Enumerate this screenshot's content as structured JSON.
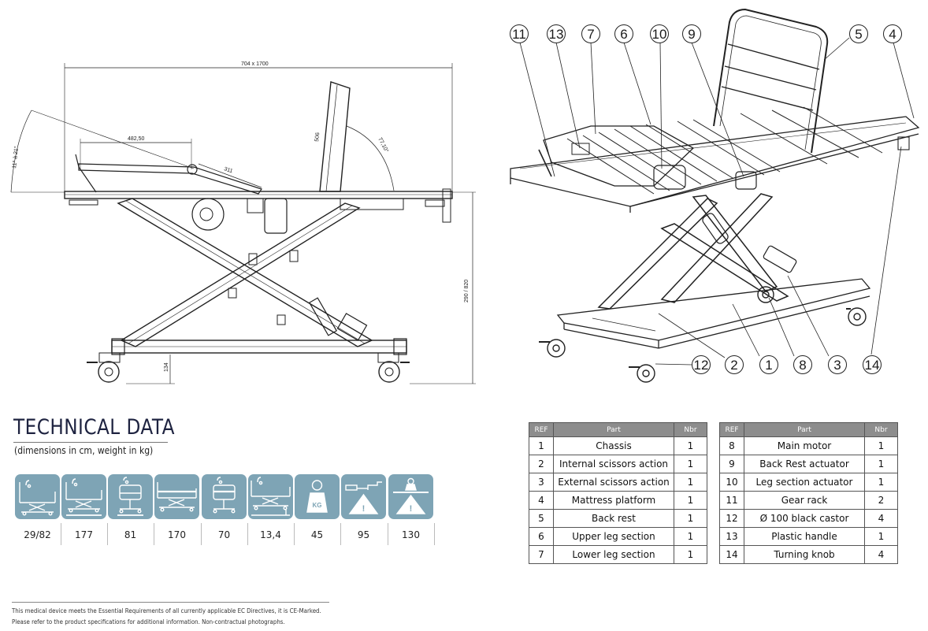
{
  "side_view": {
    "overall_dim": "704 x 1700",
    "backrest_length": "482,50",
    "leg_length": "311",
    "backrest_height": "506",
    "backrest_angle": "77,10°",
    "tilt_angle": "11° à 21°",
    "height_range": "290 / 820",
    "ground_clearance": "134"
  },
  "callouts": {
    "top": [
      "11",
      "13",
      "7",
      "6",
      "10",
      "9",
      "5",
      "4"
    ],
    "bottom": [
      "12",
      "2",
      "1",
      "8",
      "3",
      "14"
    ]
  },
  "technical": {
    "title": "TECHNICAL DATA",
    "subtitle": "(dimensions in cm, weight in kg)",
    "specs": [
      {
        "icon": "bed-height-icon",
        "value": "29/82"
      },
      {
        "icon": "bed-length-icon",
        "value": "177"
      },
      {
        "icon": "bed-width-icon",
        "value": "81"
      },
      {
        "icon": "sleeping-surface-length-icon",
        "value": "170"
      },
      {
        "icon": "sleeping-surface-width-icon",
        "value": "70"
      },
      {
        "icon": "under-bed-clearance-icon",
        "value": "13,4"
      },
      {
        "icon": "weight-icon",
        "value": "45"
      },
      {
        "icon": "max-mattress-load-icon",
        "value": "95"
      },
      {
        "icon": "safe-working-load-icon",
        "value": "130"
      }
    ],
    "weight_badge": "KG"
  },
  "parts_table": {
    "headers": {
      "ref": "REF",
      "part": "Part",
      "nbr": "Nbr"
    },
    "left": [
      {
        "ref": "1",
        "part": "Chassis",
        "nbr": "1"
      },
      {
        "ref": "2",
        "part": "Internal scissors action",
        "nbr": "1"
      },
      {
        "ref": "3",
        "part": "External scissors action",
        "nbr": "1"
      },
      {
        "ref": "4",
        "part": "Mattress platform",
        "nbr": "1"
      },
      {
        "ref": "5",
        "part": "Back rest",
        "nbr": "1"
      },
      {
        "ref": "6",
        "part": "Upper leg section",
        "nbr": "1"
      },
      {
        "ref": "7",
        "part": "Lower leg section",
        "nbr": "1"
      }
    ],
    "right": [
      {
        "ref": "8",
        "part": "Main motor",
        "nbr": "1"
      },
      {
        "ref": "9",
        "part": "Back Rest actuator",
        "nbr": "1"
      },
      {
        "ref": "10",
        "part": "Leg section actuator",
        "nbr": "1"
      },
      {
        "ref": "11",
        "part": "Gear rack",
        "nbr": "2"
      },
      {
        "ref": "12",
        "part": "Ø 100 black castor",
        "nbr": "4"
      },
      {
        "ref": "13",
        "part": "Plastic handle",
        "nbr": "1"
      },
      {
        "ref": "14",
        "part": "Turning knob",
        "nbr": "4"
      }
    ]
  },
  "footer": {
    "line1": "This medical device meets the Essential Requirements of all currently applicable EC Directives, it is CE-Marked.",
    "line2": "Please refer to the product specifications for additional information. Non-contractual photographs."
  }
}
